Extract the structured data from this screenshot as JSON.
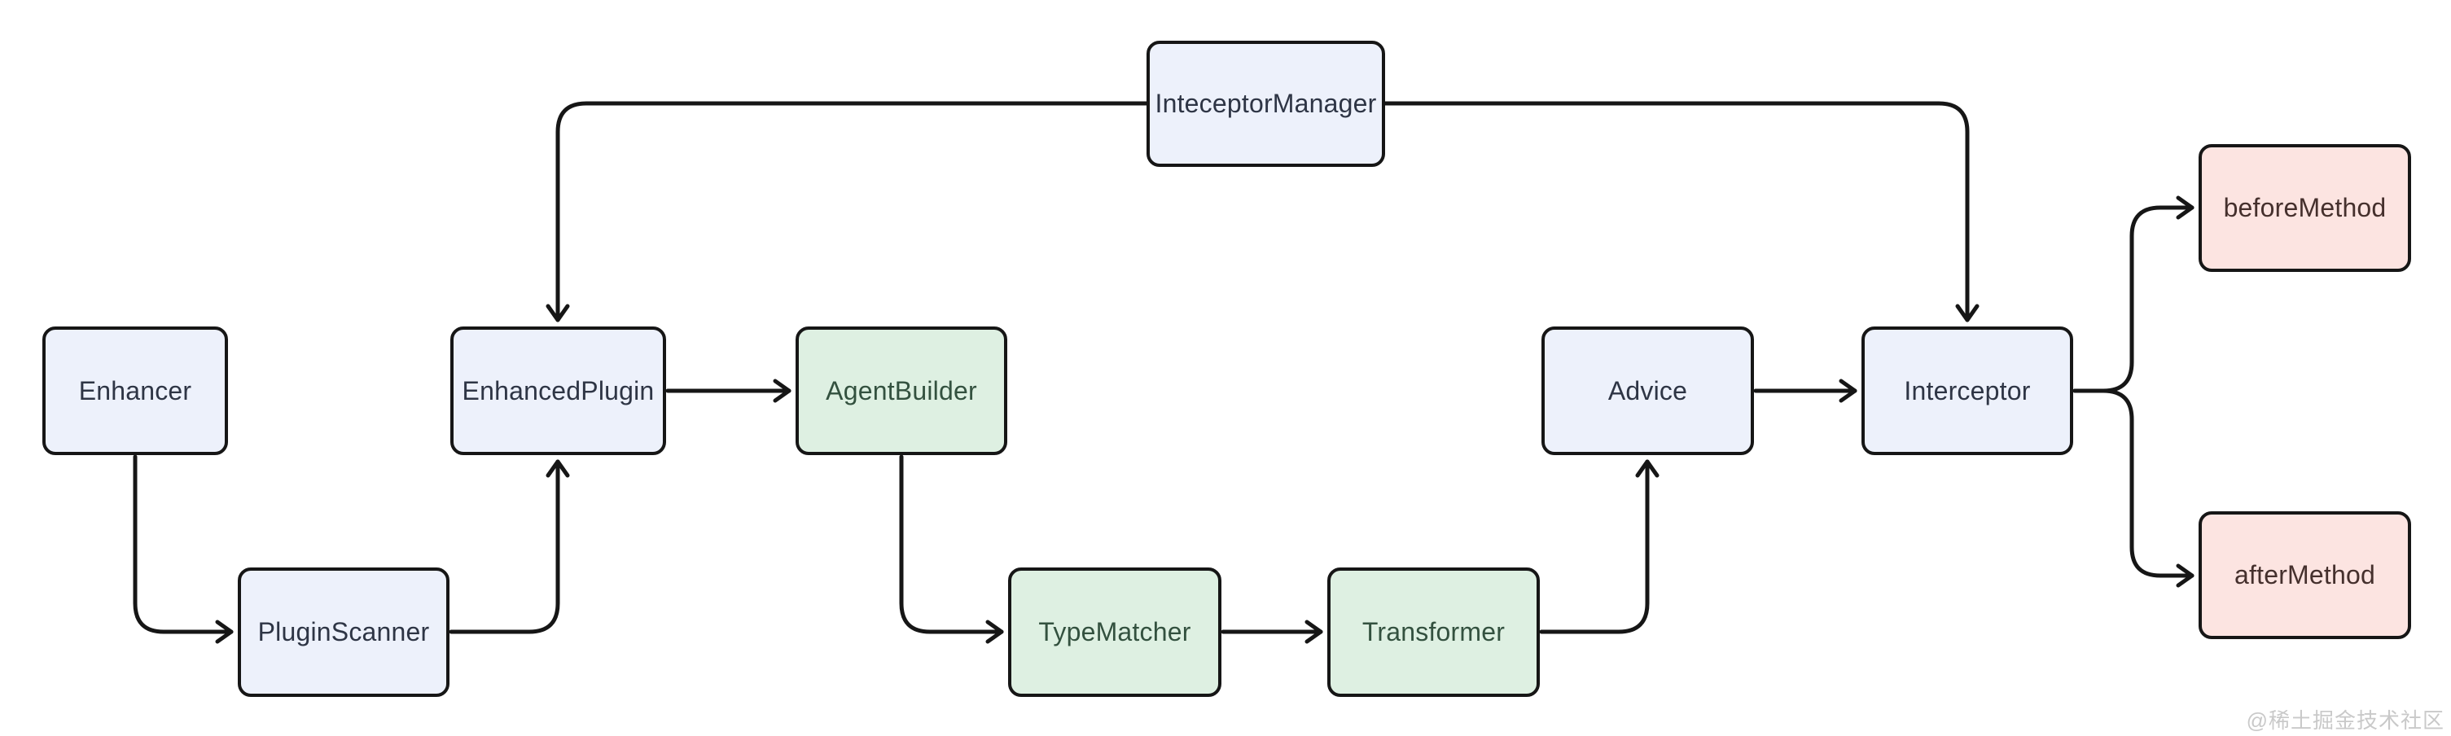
{
  "diagram": {
    "nodes": [
      {
        "id": "inteceptor-manager",
        "label": "InteceptorManager",
        "variant": "blue"
      },
      {
        "id": "enhancer",
        "label": "Enhancer",
        "variant": "blue"
      },
      {
        "id": "plugin-scanner",
        "label": "PluginScanner",
        "variant": "blue"
      },
      {
        "id": "enhanced-plugin",
        "label": "EnhancedPlugin",
        "variant": "blue"
      },
      {
        "id": "agent-builder",
        "label": "AgentBuilder",
        "variant": "green"
      },
      {
        "id": "type-matcher",
        "label": "TypeMatcher",
        "variant": "green"
      },
      {
        "id": "transformer",
        "label": "Transformer",
        "variant": "green"
      },
      {
        "id": "advice",
        "label": "Advice",
        "variant": "blue"
      },
      {
        "id": "interceptor",
        "label": "Interceptor",
        "variant": "blue"
      },
      {
        "id": "before-method",
        "label": "beforeMethod",
        "variant": "pink"
      },
      {
        "id": "after-method",
        "label": "afterMethod",
        "variant": "pink"
      }
    ],
    "edges": [
      {
        "from": "InteceptorManager",
        "to": "EnhancedPlugin"
      },
      {
        "from": "InteceptorManager",
        "to": "Interceptor"
      },
      {
        "from": "Enhancer",
        "to": "PluginScanner"
      },
      {
        "from": "PluginScanner",
        "to": "EnhancedPlugin"
      },
      {
        "from": "EnhancedPlugin",
        "to": "AgentBuilder"
      },
      {
        "from": "AgentBuilder",
        "to": "TypeMatcher"
      },
      {
        "from": "TypeMatcher",
        "to": "Transformer"
      },
      {
        "from": "Transformer",
        "to": "Advice"
      },
      {
        "from": "Advice",
        "to": "Interceptor"
      },
      {
        "from": "Interceptor",
        "to": "beforeMethod"
      },
      {
        "from": "Interceptor",
        "to": "afterMethod"
      }
    ],
    "colors": {
      "line": "#161616",
      "node_blue_fill": "#EDF1FB",
      "node_blue_text": "#2E3545",
      "node_green_fill": "#DEF0E2",
      "node_green_text": "#33513F",
      "node_pink_fill": "#FCE4E1",
      "node_pink_text": "#45302D",
      "watermark_color": "#C9C9C9"
    }
  },
  "watermark": "@稀土掘金技术社区"
}
